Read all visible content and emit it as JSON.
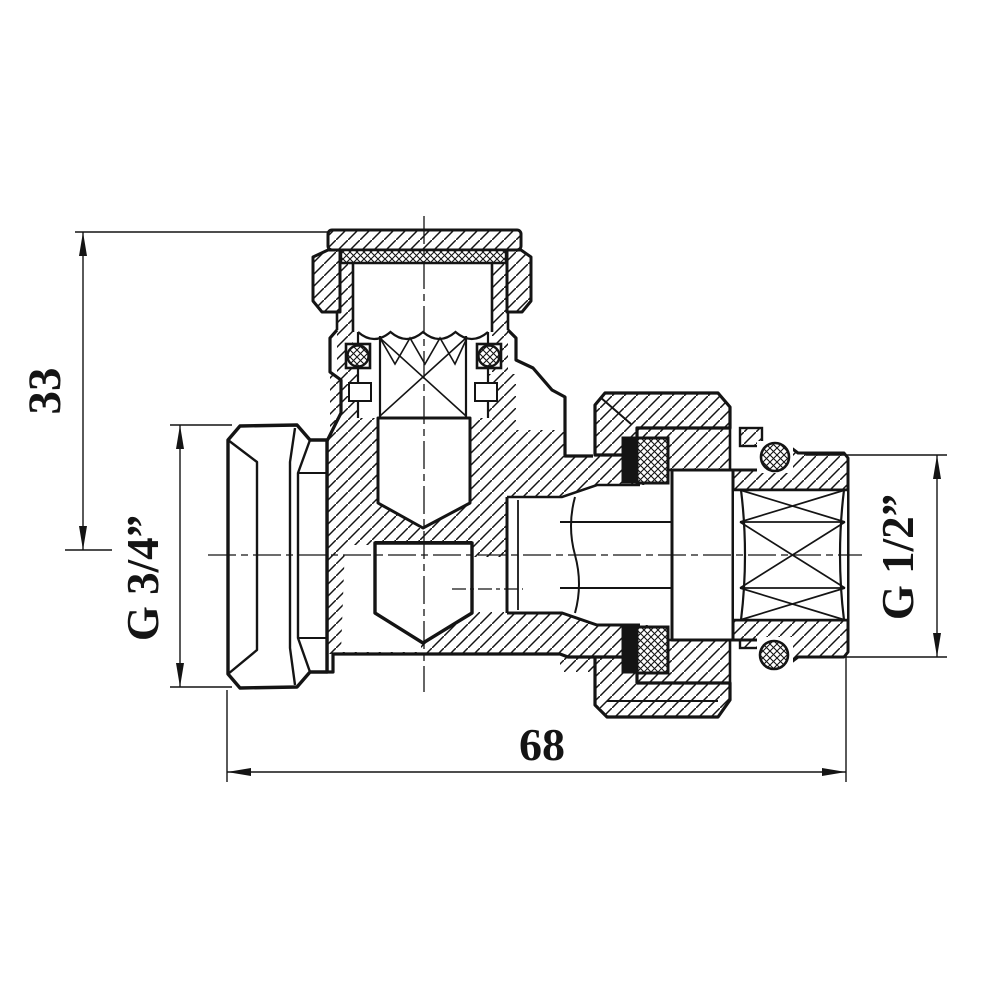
{
  "page": {
    "background": "#ffffff",
    "ink_color": "#141414",
    "description": "Technical cross-section drawing of an angle radiator valve fitting"
  },
  "annotations": {
    "dim_height": "33",
    "dim_thread_left": "G 3/4”",
    "dim_thread_right": "G 1/2”",
    "dim_length": "68"
  }
}
